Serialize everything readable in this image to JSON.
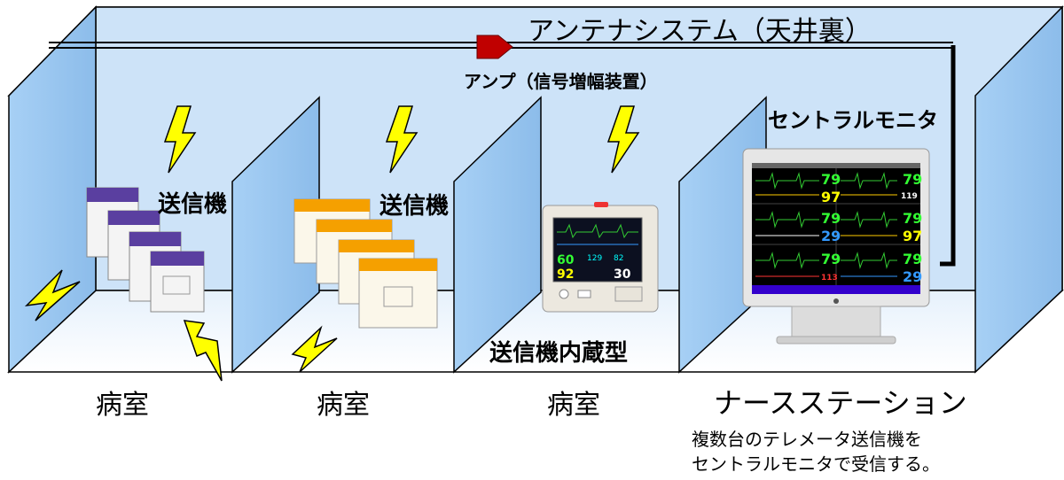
{
  "labels": {
    "antenna": "アンテナシステム（天井裏）",
    "amp": "アンプ（信号増幅装置）",
    "central_monitor": "セントラルモニタ",
    "transmitter_1": "送信機",
    "transmitter_2": "送信機",
    "builtin_transmitter": "送信機内蔵型",
    "room_1": "病室",
    "room_2": "病室",
    "room_3": "病室",
    "nurse_station": "ナースステーション",
    "note_line1": "複数台のテレメータ送信機を",
    "note_line2": "セントラルモニタで受信する。"
  },
  "bedside_monitor": {
    "values": [
      "60",
      "92",
      "129",
      "82",
      "30"
    ]
  },
  "central_monitor_screen": {
    "left_values": [
      "79",
      "97",
      "79",
      "29",
      "79",
      "113"
    ],
    "right_values": [
      "79",
      "119",
      "79",
      "97",
      "79",
      "29"
    ]
  },
  "colors": {
    "wall": "#9ec9f2",
    "ceiling": "#cfe4f8",
    "floor": "#f3f8fd",
    "amp": "#c00000",
    "lightning": "#ffff00",
    "transmitter_purple": "#5a3fa0",
    "transmitter_orange": "#f5a000"
  }
}
